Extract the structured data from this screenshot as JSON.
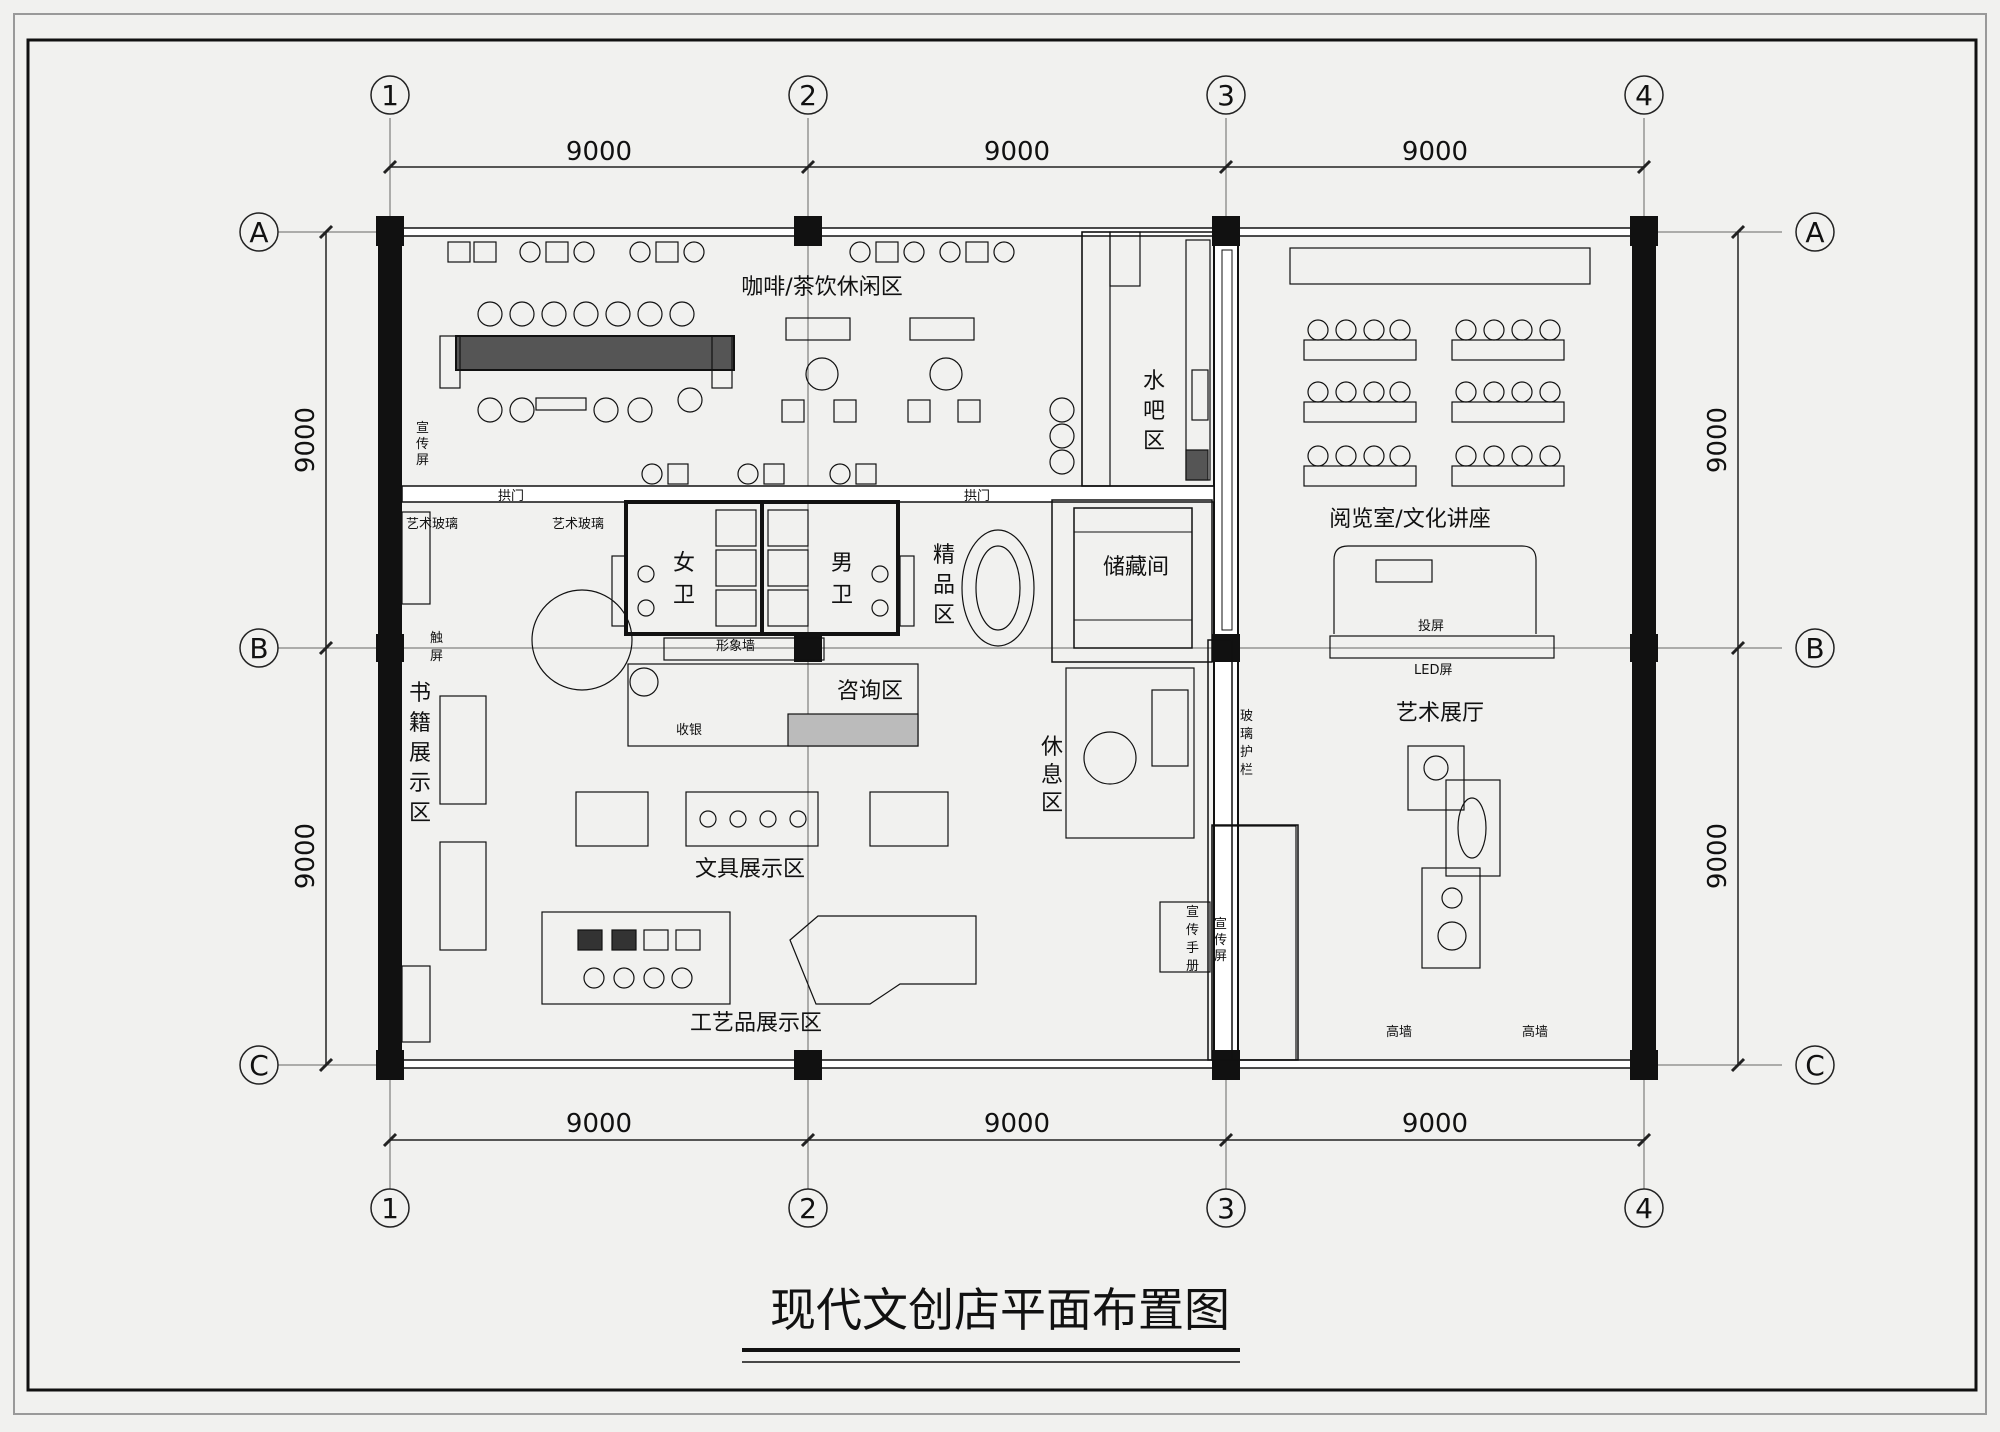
{
  "title": "现代文创店平面布置图",
  "axes": {
    "columns": [
      "1",
      "2",
      "3",
      "4"
    ],
    "rows": [
      "A",
      "B",
      "C"
    ],
    "col_labels": [
      "①",
      "②",
      "③",
      "④"
    ]
  },
  "dimensions": {
    "top": [
      "9000",
      "9000",
      "9000"
    ],
    "bottom": [
      "9000",
      "9000",
      "9000"
    ],
    "left": [
      "9000",
      "9000"
    ],
    "right": [
      "9000",
      "9000"
    ]
  },
  "rooms": {
    "cafe": "咖啡/茶饮休闲区",
    "water_bar": [
      "水",
      "吧",
      "区"
    ],
    "reading": "阅览室/文化讲座",
    "womens_wc": [
      "女",
      "卫"
    ],
    "mens_wc": [
      "男",
      "卫"
    ],
    "boutique": [
      "精",
      "品",
      "区"
    ],
    "storage": "储藏间",
    "consult": "咨询区",
    "rest": [
      "休",
      "息",
      "区"
    ],
    "art_hall": "艺术展厅",
    "books": [
      "书",
      "籍",
      "展",
      "示",
      "区"
    ],
    "stationery": "文具展示区",
    "crafts": "工艺品展示区"
  },
  "small_labels": {
    "promo_screen": [
      "宣",
      "传",
      "屏"
    ],
    "arch_door_1": "拱门",
    "arch_door_2": "拱门",
    "art_glass_1": "艺术玻璃",
    "art_glass_2": "艺术玻璃",
    "touch_screen": [
      "触",
      "屏"
    ],
    "image_wall": "形象墙",
    "cashier": "收银",
    "projection": "投屏",
    "led": "LED屏",
    "glass_rail": [
      "玻",
      "璃",
      "护",
      "栏"
    ],
    "brochure": [
      "宣",
      "传",
      "手",
      "册"
    ],
    "promo_screen_2": [
      "宣",
      "传",
      "屏"
    ],
    "high_wall_1": "高墙",
    "high_wall_2": "高墙"
  }
}
